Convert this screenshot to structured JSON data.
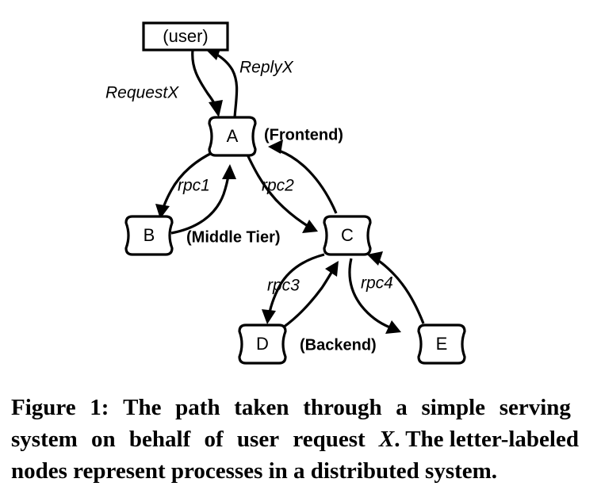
{
  "figure": {
    "nodes": [
      {
        "id": "user",
        "label": "(user)",
        "shape": "rectangle"
      },
      {
        "id": "A",
        "label": "A",
        "shape": "process"
      },
      {
        "id": "B",
        "label": "B",
        "shape": "process"
      },
      {
        "id": "C",
        "label": "C",
        "shape": "process"
      },
      {
        "id": "D",
        "label": "D",
        "shape": "process"
      },
      {
        "id": "E",
        "label": "E",
        "shape": "process"
      }
    ],
    "tier_labels": [
      {
        "id": "frontend",
        "text": "(Frontend)"
      },
      {
        "id": "middle-tier",
        "text": "(Middle Tier)"
      },
      {
        "id": "backend",
        "text": "(Backend)"
      }
    ],
    "edge_labels": [
      {
        "id": "requestx",
        "text": "RequestX",
        "from": "user",
        "to": "A"
      },
      {
        "id": "replyx",
        "text": "ReplyX",
        "from": "A",
        "to": "user"
      },
      {
        "id": "rpc1",
        "text": "rpc1",
        "from": "A",
        "to": "B"
      },
      {
        "id": "rpc2",
        "text": "rpc2",
        "from": "A",
        "to": "C"
      },
      {
        "id": "rpc3",
        "text": "rpc3",
        "from": "C",
        "to": "D"
      },
      {
        "id": "rpc4",
        "text": "rpc4",
        "from": "C",
        "to": "E"
      }
    ],
    "colors": {
      "background": "#ffffff",
      "stroke": "#000000",
      "fill": "#ffffff"
    }
  },
  "caption": {
    "line1": {
      "words": [
        "Figure",
        "1:",
        "The",
        "path",
        "taken",
        "through",
        "a",
        "simple",
        "serving"
      ]
    },
    "line2": {
      "words": [
        "system",
        "on",
        "behalf",
        "of",
        "user",
        "request"
      ],
      "italic": "X",
      "tail": ". The letter-labeled"
    },
    "line3": {
      "text": "nodes represent processes in a distributed system."
    }
  }
}
